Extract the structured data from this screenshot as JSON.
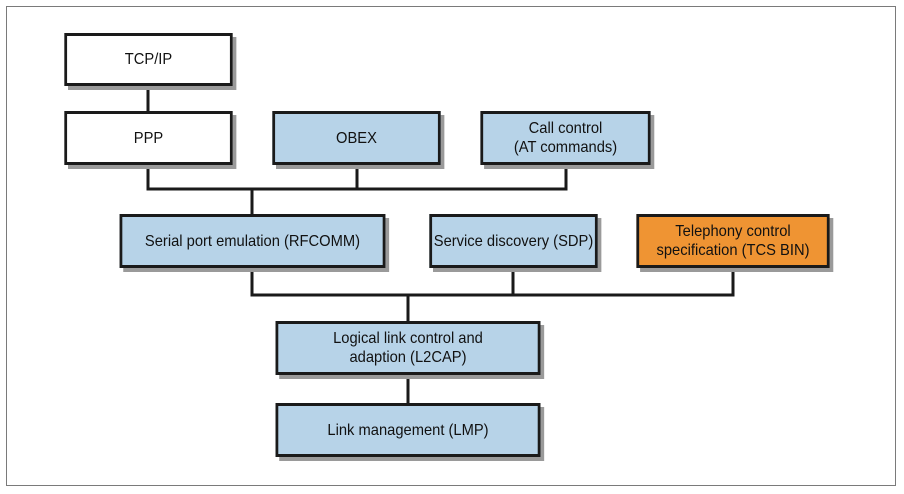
{
  "colors": {
    "white_box": "#ffffff",
    "blue_box": "#b7d3e8",
    "orange_box": "#ef9433",
    "line": "#1a1a1a"
  },
  "boxes": {
    "tcpip": "TCP/IP",
    "ppp": "PPP",
    "obex": "OBEX",
    "call_control": "Call control\n(AT commands)",
    "rfcomm": "Serial port emulation (RFCOMM)",
    "sdp": "Service discovery (SDP)",
    "tcs_bin": "Telephony control\nspecification (TCS BIN)",
    "l2cap": "Logical link control and\nadaption (L2CAP)",
    "lmp": "Link management (LMP)"
  }
}
